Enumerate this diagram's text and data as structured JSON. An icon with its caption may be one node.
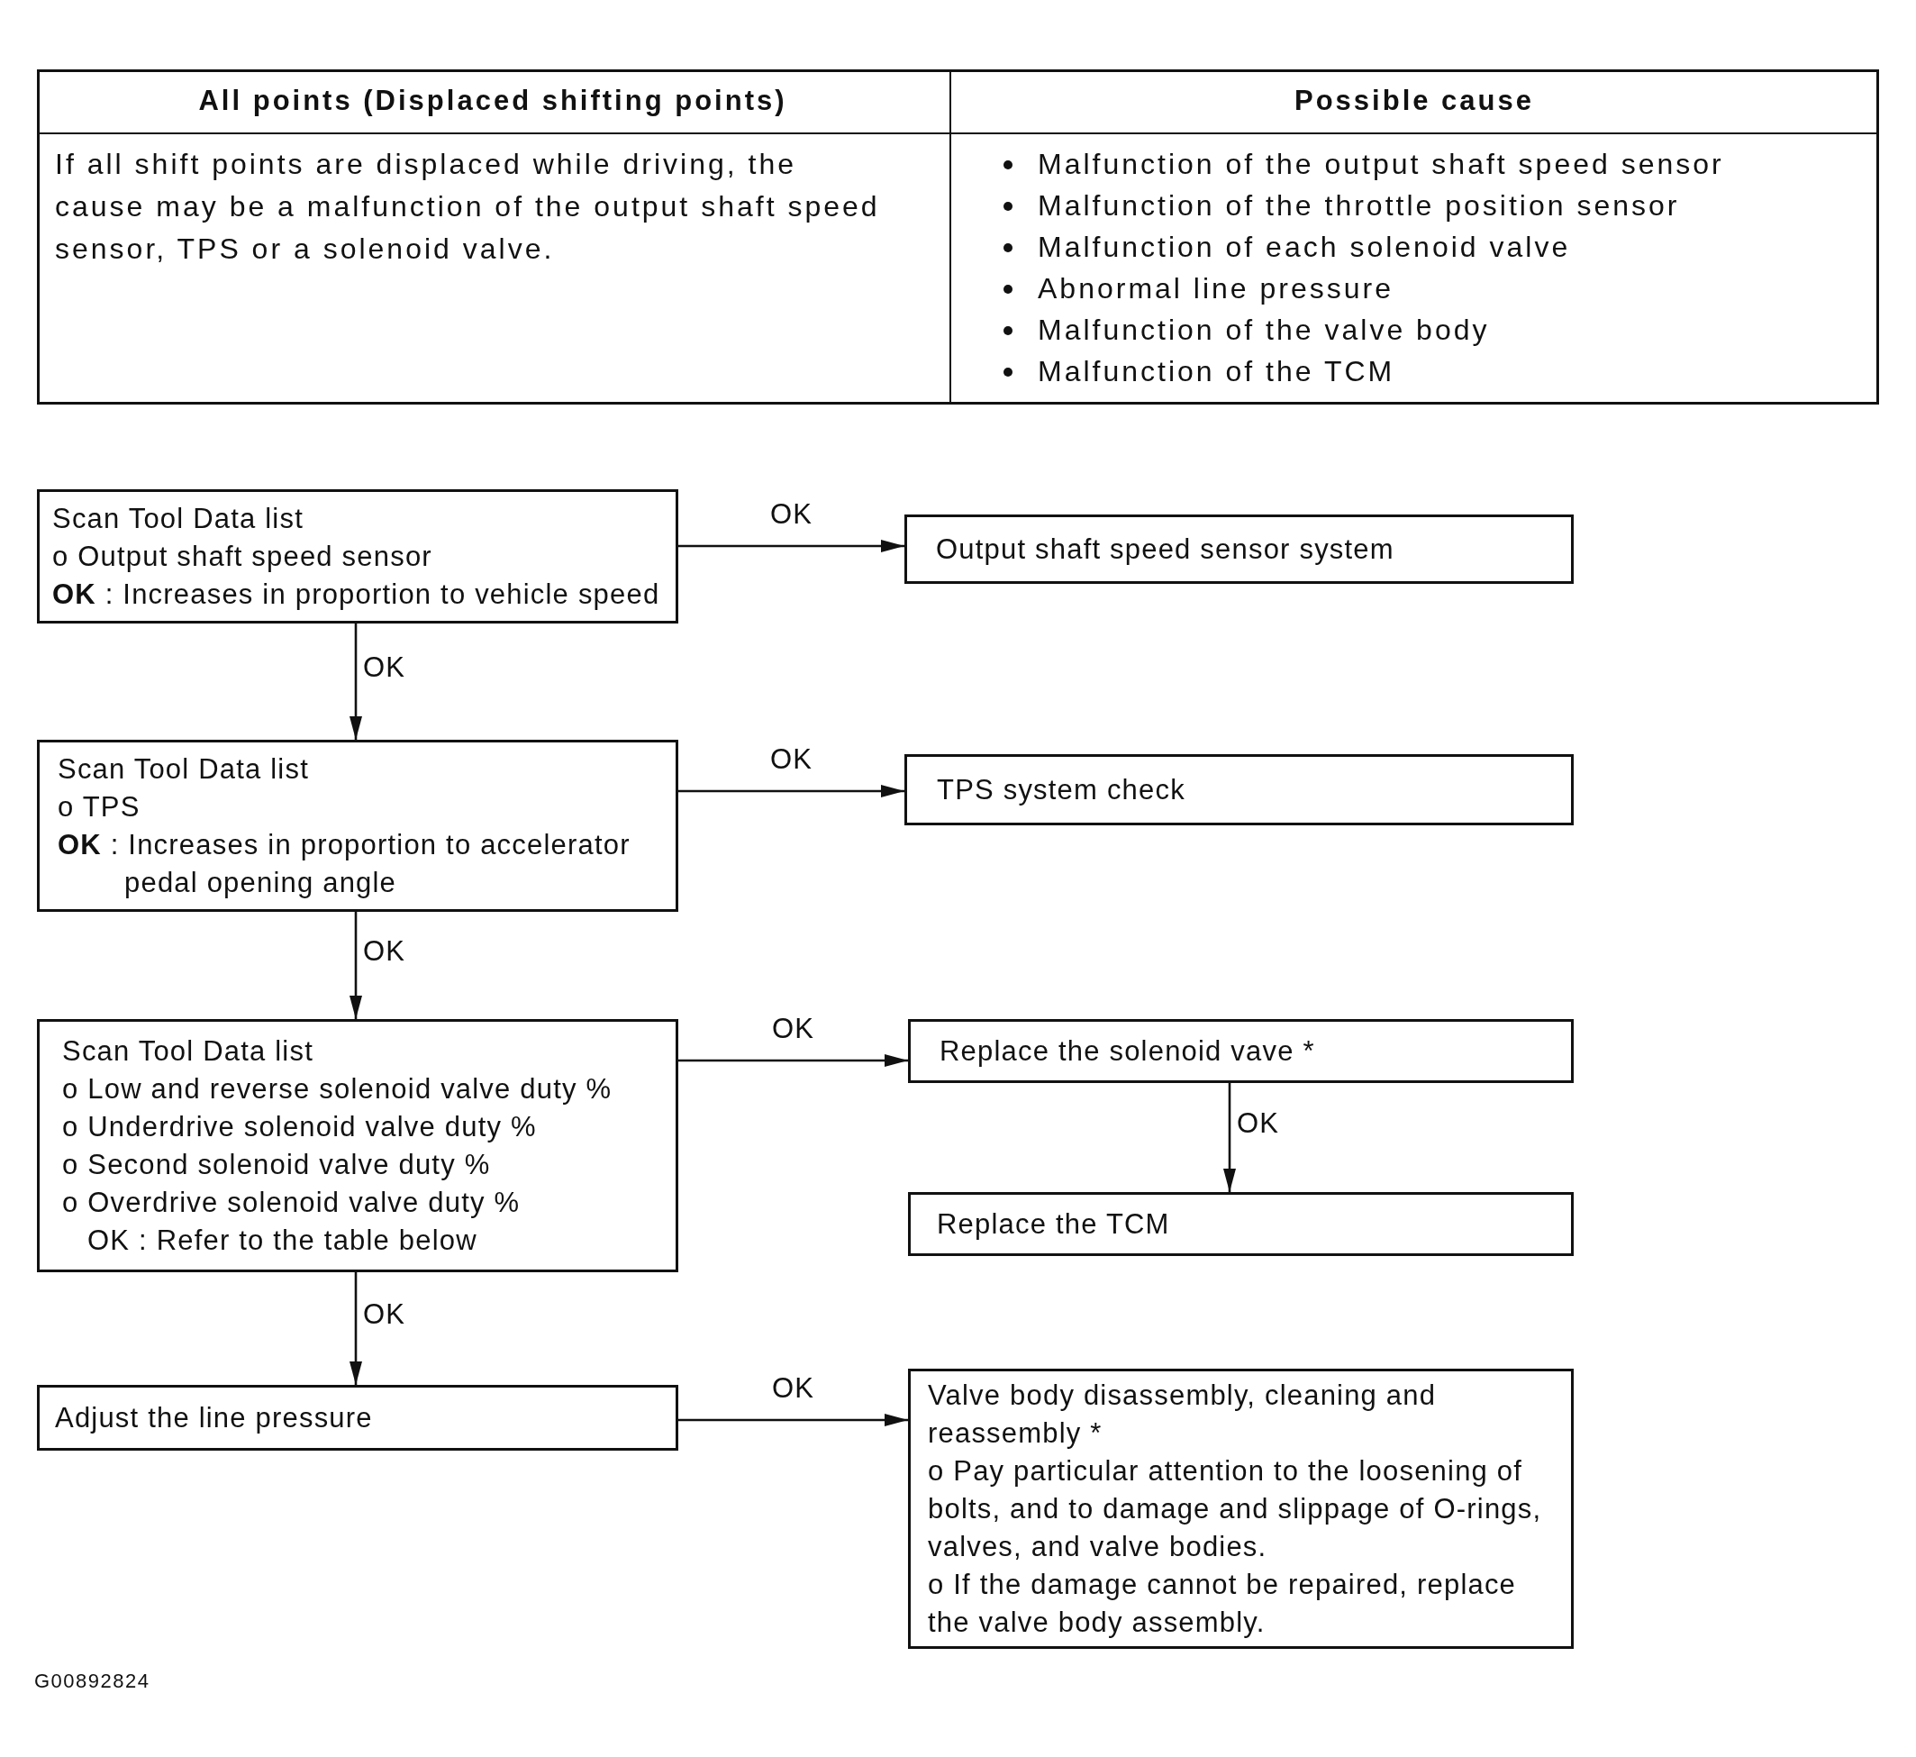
{
  "diagram": {
    "nodes": [
      {
        "text": [
          "Scan Tool Data list",
          "o Output shaft speed sensor",
          "**OK** : Increases in proportion to vehicle speed"
        ]
      },
      {
        "text": [
          "Output shaft speed sensor system"
        ]
      },
      {
        "text": [
          "Scan Tool Data list",
          "o TPS",
          "**OK** : Increases in proportion to accelerator pedal opening angle"
        ]
      },
      {
        "text": [
          "TPS system check"
        ]
      },
      {
        "text": [
          "Scan Tool Data list",
          "o Low and reverse solenoid valve duty %",
          "o Underdrive solenoid valve duty %",
          "o Second solenoid valve duty %",
          "o Overdrive solenoid valve duty %",
          "OK : Refer to the table below"
        ]
      },
      {
        "text": [
          "Replace the solenoid vave *"
        ]
      },
      {
        "text": [
          "Replace the TCM"
        ]
      },
      {
        "text": [
          "Adjust the line pressure"
        ]
      },
      {
        "text": [
          "Valve body disassembly, cleaning and reassembly *",
          "o Pay particular attention to the loosening of bolts, and to damage and slippage of O-rings, valves, and valve bodies.",
          "o If the damage cannot be repaired, replace the valve body assembly."
        ]
      }
    ],
    "edges": [
      {
        "from": 0,
        "to": 1,
        "arrow": "to",
        "label": "OK"
      },
      {
        "from": 0,
        "to": 2,
        "arrow": "to",
        "label": "OK"
      },
      {
        "from": 2,
        "to": 3,
        "arrow": "to",
        "label": "OK"
      },
      {
        "from": 2,
        "to": 4,
        "arrow": "to",
        "label": "OK"
      },
      {
        "from": 4,
        "to": 5,
        "arrow": "to",
        "label": "OK"
      },
      {
        "from": 5,
        "to": 6,
        "arrow": "to",
        "label": "OK"
      },
      {
        "from": 4,
        "to": 7,
        "arrow": "to",
        "label": "OK"
      },
      {
        "from": 7,
        "to": 8,
        "arrow": "to",
        "label": "OK"
      }
    ],
    "labels": [
      "All points (Displaced shifting points)",
      "Possible cause",
      "If all shift points are displaced while driving, the cause may be a malfunction of the output shaft speed sensor, TPS or a solenoid valve.",
      "Malfunction of the output shaft speed sensor",
      "Malfunction of the throttle position sensor",
      "Malfunction of each solenoid valve",
      "Abnormal line pressure",
      "Malfunction of the valve body",
      "Malfunction of the TCM",
      "G00892824"
    ]
  }
}
